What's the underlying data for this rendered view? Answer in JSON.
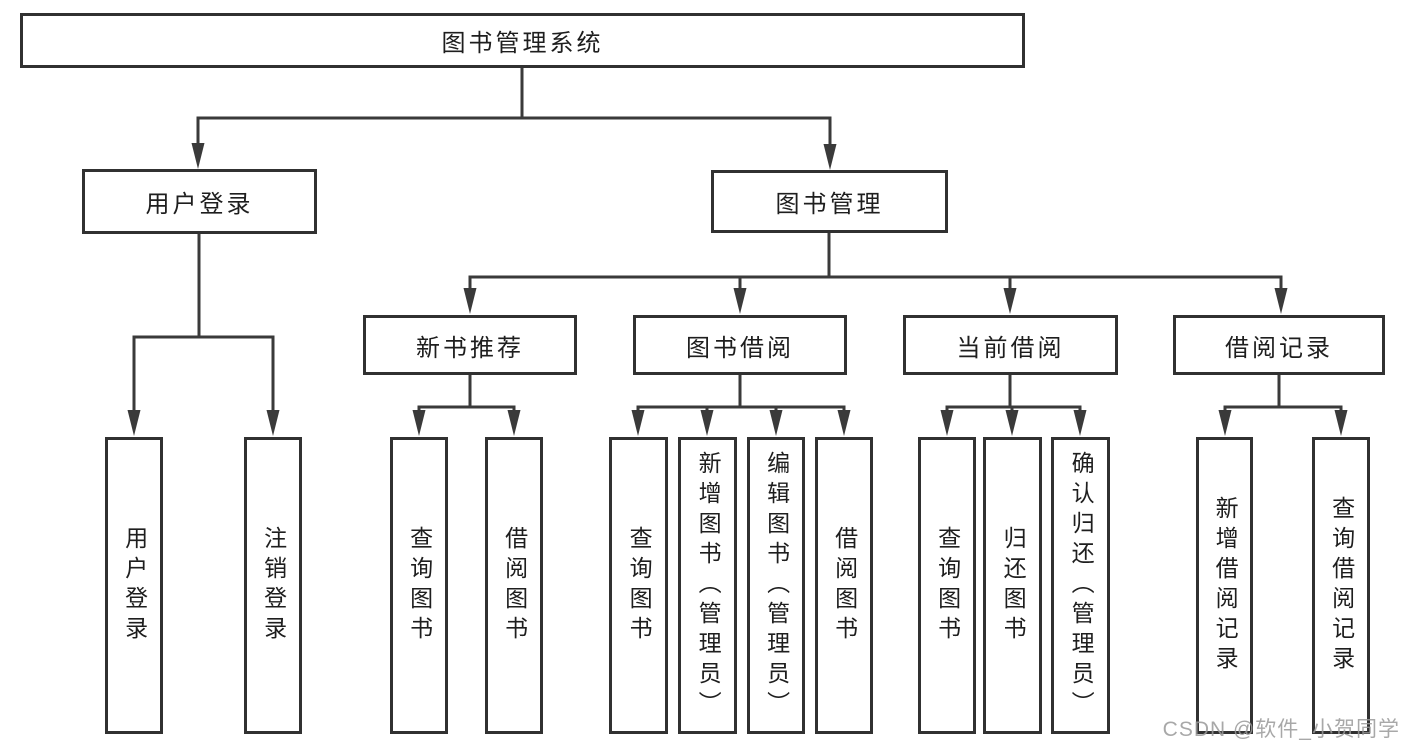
{
  "diagram": {
    "watermark": "CSDN @软件_小贺同学",
    "colors": {
      "box_border": "#313131",
      "connector": "#3a3a3a",
      "text": "#1e1e1e",
      "watermark_text": "#9a9a9a",
      "background": "#ffffff"
    }
  },
  "nodes": {
    "root": "图书管理系统",
    "user_login": "用户登录",
    "book_management": "图书管理",
    "login": "用户登录",
    "logout": "注销登录",
    "new_book_recommend": "新书推荐",
    "book_borrowing": "图书借阅",
    "current_borrowing": "当前借阅",
    "borrowing_records": "借阅记录",
    "nb_query_books": "查询图书",
    "nb_borrow_books": "借阅图书",
    "bb_query_books": "查询图书",
    "bb_add_books": "新增图书（管理员）",
    "bb_edit_books": "编辑图书（管理员）",
    "bb_borrow_books": "借阅图书",
    "cb_query_books": "查询图书",
    "cb_return_books": "归还图书",
    "cb_confirm_return": "确认归还（管理员）",
    "br_add_record": "新增借阅记录",
    "br_query_record": "查询借阅记录"
  }
}
